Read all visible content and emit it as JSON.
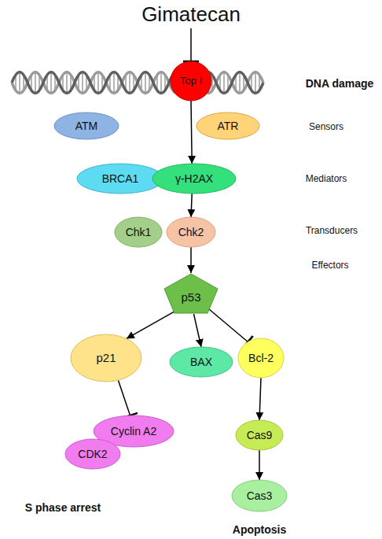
{
  "diagram": {
    "nodes": [
      {
        "text": [
          "Gimatecan"
        ]
      },
      {
        "text": [
          "Top I"
        ]
      },
      {
        "text": [
          "ATM"
        ]
      },
      {
        "text": [
          "ATR"
        ]
      },
      {
        "text": [
          "BRCA1"
        ]
      },
      {
        "text": [
          "γ-H2AX"
        ]
      },
      {
        "text": [
          "Chk1"
        ]
      },
      {
        "text": [
          "Chk2"
        ]
      },
      {
        "text": [
          "p53"
        ]
      },
      {
        "text": [
          "p21"
        ]
      },
      {
        "text": [
          "BAX"
        ]
      },
      {
        "text": [
          "Bcl-2"
        ]
      },
      {
        "text": [
          "Cyclin A2"
        ]
      },
      {
        "text": [
          "CDK2"
        ]
      },
      {
        "text": [
          "Cas9"
        ]
      },
      {
        "text": [
          "Cas3"
        ]
      }
    ],
    "edges": [
      {
        "from": 0,
        "to": 1,
        "arrow": "to"
      },
      {
        "from": 1,
        "to": 5,
        "arrow": "to"
      },
      {
        "from": 5,
        "to": 7,
        "arrow": "to"
      },
      {
        "from": 7,
        "to": 8,
        "arrow": "to"
      },
      {
        "from": 8,
        "to": 9,
        "arrow": "to"
      },
      {
        "from": 8,
        "to": 10,
        "arrow": "to"
      },
      {
        "from": 8,
        "to": 11,
        "arrow": "to"
      },
      {
        "from": 9,
        "to": 12,
        "arrow": "to"
      },
      {
        "from": 11,
        "to": 14,
        "arrow": "to"
      },
      {
        "from": 14,
        "to": 15,
        "arrow": "to"
      }
    ],
    "labels": [
      "DNA damage",
      "Sensors",
      "Mediators",
      "Transducers",
      "Effectors",
      "S phase arrest",
      "Apoptosis"
    ]
  }
}
